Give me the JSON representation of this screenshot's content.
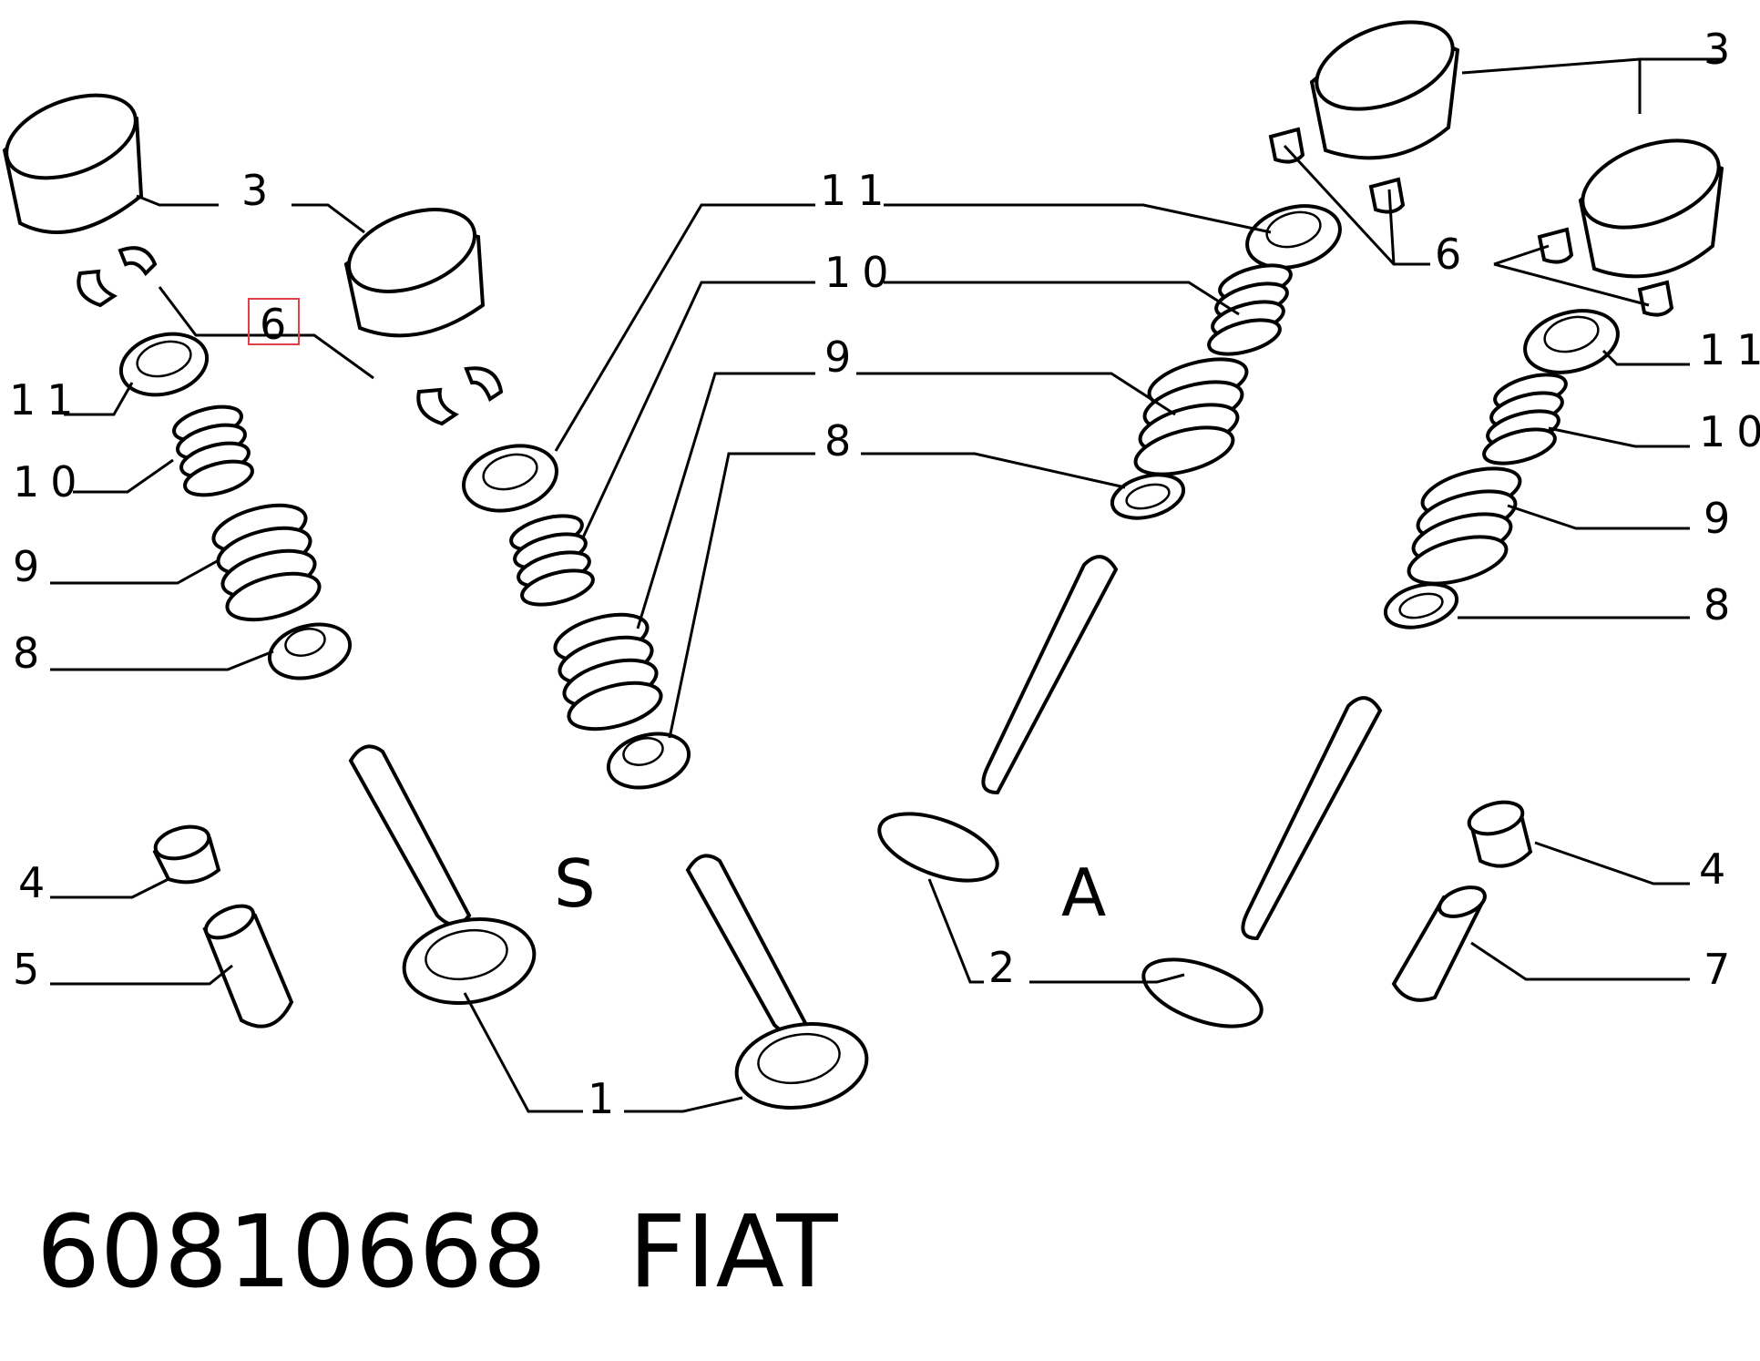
{
  "callouts": {
    "l_3": "3",
    "l_6": "6",
    "l_11": "11",
    "l_10": "10",
    "l_9": "9",
    "l_8": "8",
    "l_4": "4",
    "l_5": "5",
    "m_11": "11",
    "m_10": "10",
    "m_9": "9",
    "m_8": "8",
    "m_1": "1",
    "m_2": "2",
    "r_3": "3",
    "r_6": "6",
    "r_11": "11",
    "r_10": "10",
    "r_9": "9",
    "r_8": "8",
    "r_4": "4",
    "r_7": "7"
  },
  "sections": {
    "s": "S",
    "a": "A"
  },
  "footer": {
    "part_number": "60810668",
    "brand": "FIAT"
  }
}
